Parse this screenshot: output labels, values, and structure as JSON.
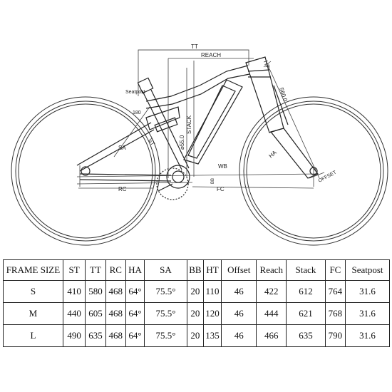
{
  "diagram": {
    "labels": {
      "tt": "TT",
      "reach": "REACH",
      "ht": "HT",
      "seatpost": "Seatpost",
      "stack": "STACK",
      "st": "ST",
      "sa": "SA",
      "ha": "HA",
      "wb": "WB",
      "offset": "OFFSET",
      "rc": "RC",
      "fc": "FC",
      "bb": "BB",
      "fork_length": "560.0",
      "seat_dim": "180",
      "wheel_dim": "⌀55.0"
    }
  },
  "table": {
    "columns": [
      "FRAME SIZE",
      "ST",
      "TT",
      "RC",
      "HA",
      "SA",
      "BB",
      "HT",
      "Offset",
      "Reach",
      "Stack",
      "FC",
      "Seatpost"
    ],
    "rows": [
      {
        "size": "S",
        "st": "410",
        "tt": "580",
        "rc": "468",
        "ha": "64°",
        "sa": "75.5°",
        "bb": "20",
        "ht": "110",
        "offset": "46",
        "reach": "422",
        "stack": "612",
        "fc": "764",
        "seatpost": "31.6"
      },
      {
        "size": "M",
        "st": "440",
        "tt": "605",
        "rc": "468",
        "ha": "64°",
        "sa": "75.5°",
        "bb": "20",
        "ht": "120",
        "offset": "46",
        "reach": "444",
        "stack": "621",
        "fc": "768",
        "seatpost": "31.6"
      },
      {
        "size": "L",
        "st": "490",
        "tt": "635",
        "rc": "468",
        "ha": "64°",
        "sa": "75.5°",
        "bb": "20",
        "ht": "135",
        "offset": "46",
        "reach": "466",
        "stack": "635",
        "fc": "790",
        "seatpost": "31.6"
      }
    ]
  }
}
